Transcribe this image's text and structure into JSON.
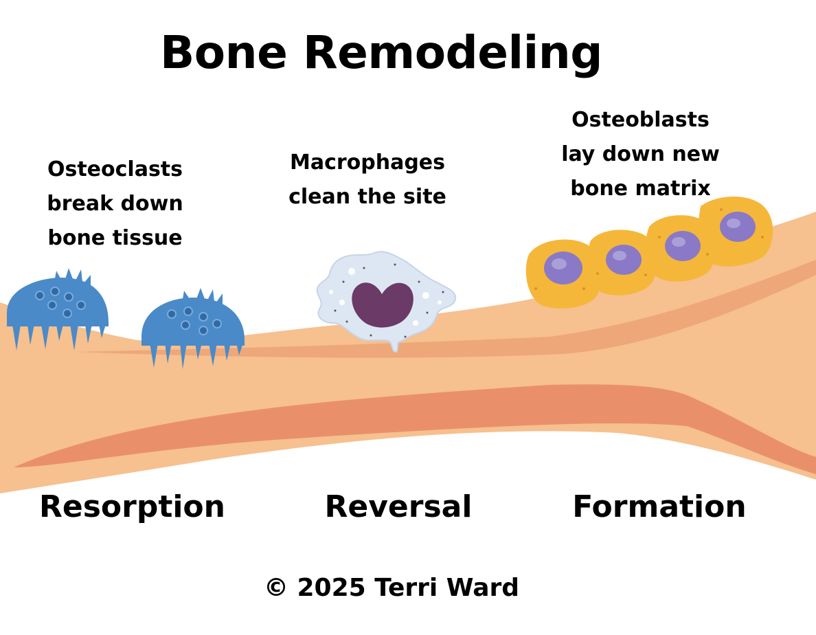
{
  "title": "Bone Remodeling",
  "stages": [
    {
      "name": "Resorption",
      "description_lines": [
        "Osteoclasts",
        "break down",
        "bone tissue"
      ]
    },
    {
      "name": "Reversal",
      "description_lines": [
        "Macrophages",
        "clean the site"
      ]
    },
    {
      "name": "Formation",
      "description_lines": [
        "Osteoblasts",
        "lay down new",
        "bone matrix"
      ]
    }
  ],
  "copyright": "© 2025 Terri Ward",
  "colors": {
    "bone": "#f6c08f",
    "bone_band": "#e9906a",
    "bone_band_light": "#eea779",
    "osteoclast": "#4a8ac8",
    "macrophage_body": "#dde7f3",
    "macrophage_nucleus": "#6b3a66",
    "osteoblast": "#f5b73a",
    "osteoblast_nucleus": "#8a79c6"
  }
}
